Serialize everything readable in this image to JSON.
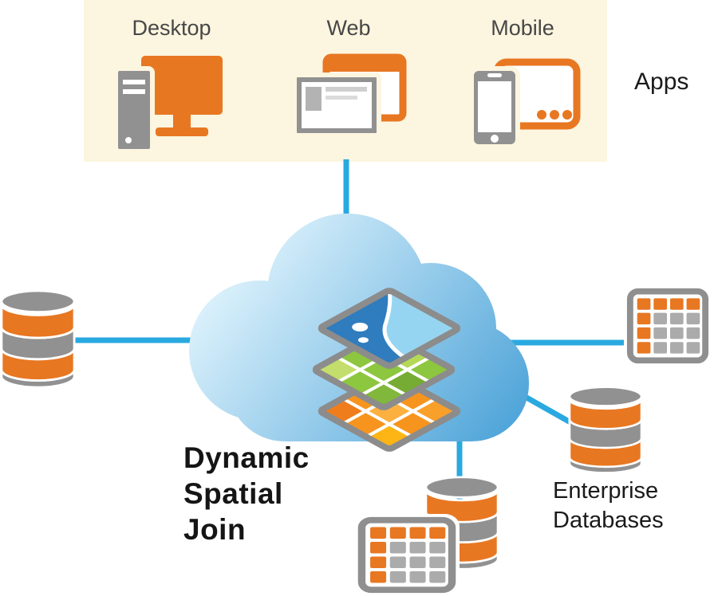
{
  "banner": {
    "items": [
      {
        "label": "Desktop",
        "icon": "desktop-computer-icon"
      },
      {
        "label": "Web",
        "icon": "web-browser-icon"
      },
      {
        "label": "Mobile",
        "icon": "mobile-phone-tablet-icon"
      }
    ],
    "side_label": "Apps"
  },
  "cloud": {
    "title": "Dynamic\nSpatial\nJoin",
    "icon": "cloud-with-map-layers-icon"
  },
  "labels": {
    "enterprise_databases": "Enterprise\nDatabases"
  },
  "icons": {
    "database": "database-cylinder-icon",
    "table": "attribute-table-icon",
    "map_layers": "map-layers-stack-icon"
  },
  "colors": {
    "accent_orange": "#E87722",
    "icon_gray": "#919191",
    "connector_blue": "#29A9E0",
    "banner_cream": "#FCF5DF",
    "cloud_blue_light": "#D9F0FB",
    "cloud_blue_dark": "#47A0D7"
  }
}
